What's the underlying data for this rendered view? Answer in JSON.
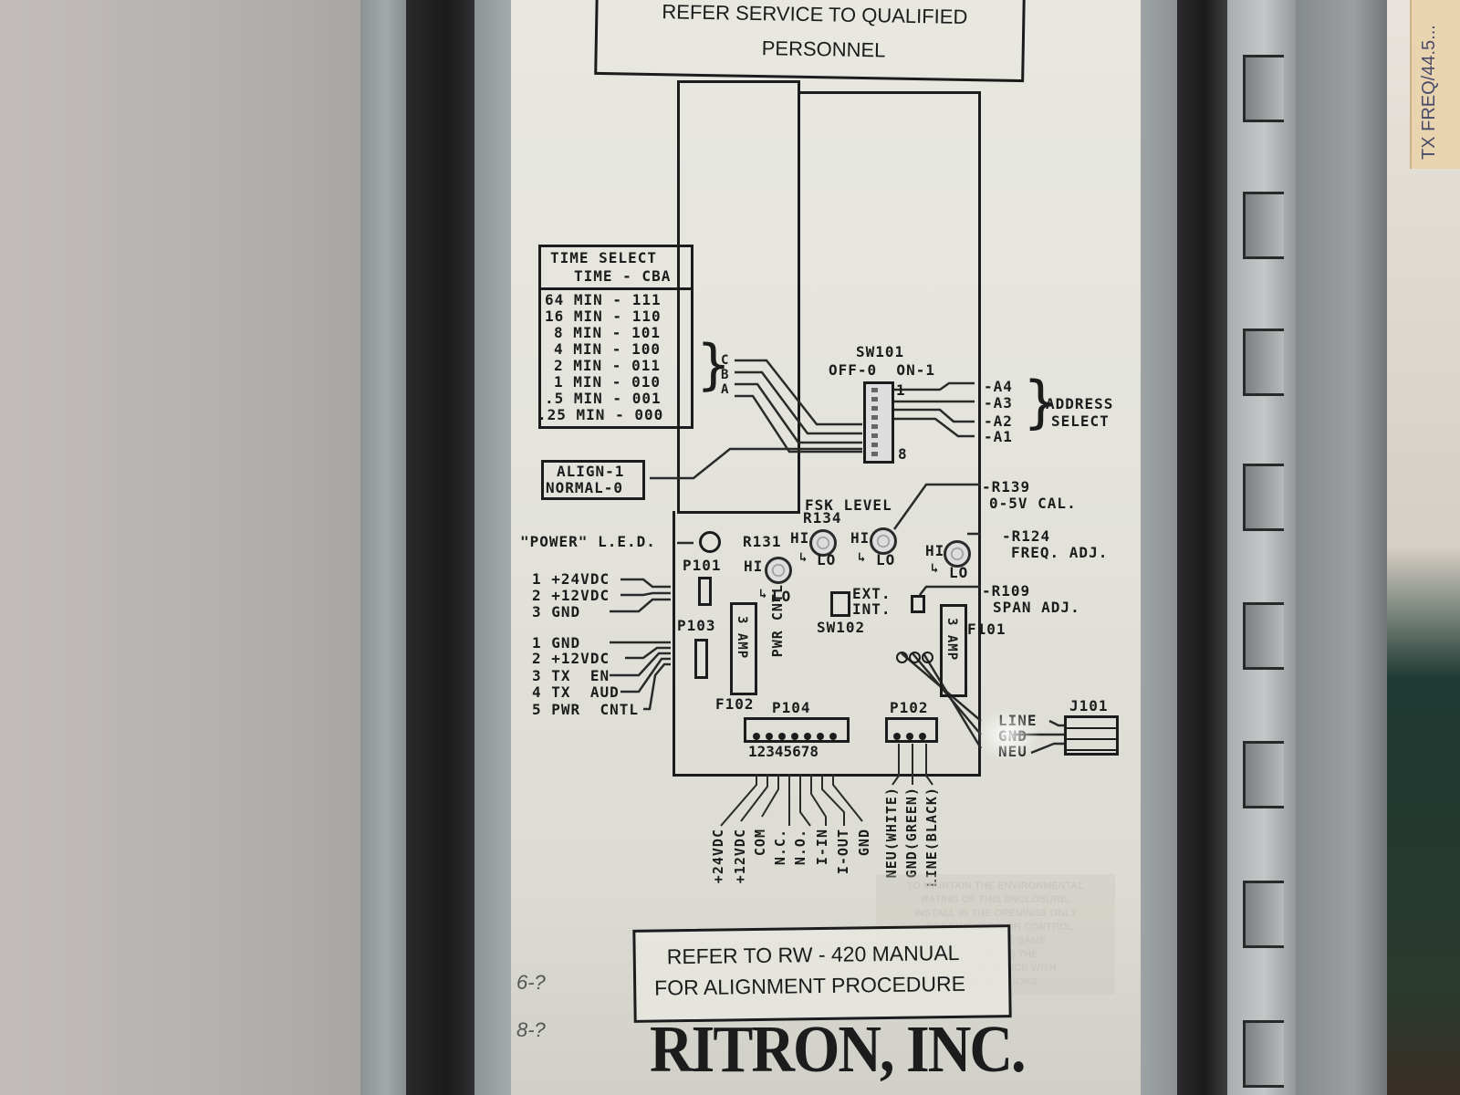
{
  "photo": {
    "subject": "Ritron enclosure schematic label",
    "colors": {
      "wall": "#b9b6b3",
      "enclosure_gray": "#9ea3a5",
      "gasket_black": "#1b1b1c",
      "label_bg": "#e4e4dd",
      "ink": "#1c1c1c"
    }
  },
  "warning_box": {
    "line1": "REFER SERVICE TO QUALIFIED",
    "line2": "PERSONNEL"
  },
  "time_select": {
    "title": "TIME SELECT",
    "header": "TIME - CBA",
    "rows": [
      {
        "time": "64 MIN",
        "code": "111"
      },
      {
        "time": "16 MIN",
        "code": "110"
      },
      {
        "time": "8 MIN",
        "code": "101"
      },
      {
        "time": "4 MIN",
        "code": "100"
      },
      {
        "time": "2 MIN",
        "code": "011"
      },
      {
        "time": "1 MIN",
        "code": "010"
      },
      {
        "time": ".5 MIN",
        "code": "001"
      },
      {
        "time": ".25 MIN",
        "code": "000"
      }
    ],
    "bracket_labels": [
      "C",
      "B",
      "A"
    ]
  },
  "sw101": {
    "name": "SW101",
    "legend": "OFF-0  ON-1",
    "pin_first": "1",
    "pin_last": "8"
  },
  "address_select": {
    "label_line1": "ADDRESS",
    "label_line2": "SELECT",
    "lines": [
      "A4",
      "A3",
      "A2",
      "A1"
    ]
  },
  "align_box": {
    "line1": "ALIGN-1",
    "line2": "NORMAL-0"
  },
  "power_led": "\"POWER\" L.E.D.",
  "p101": {
    "name": "P101",
    "pins": [
      {
        "num": "1",
        "label": "+24VDC"
      },
      {
        "num": "2",
        "label": "+12VDC"
      },
      {
        "num": "3",
        "label": "GND"
      }
    ]
  },
  "p103": {
    "name": "P103",
    "pins": [
      {
        "num": "1",
        "label": "GND"
      },
      {
        "num": "2",
        "label": "+12VDC"
      },
      {
        "num": "3",
        "label": "TX  EN"
      },
      {
        "num": "4",
        "label": "TX  AUD"
      },
      {
        "num": "5",
        "label": "PWR  CNTL"
      }
    ]
  },
  "pots": {
    "r131": {
      "name": "R131",
      "hi": "HI",
      "lo": "LO"
    },
    "r134": {
      "name": "R134",
      "caption": "FSK LEVEL",
      "hi": "HI",
      "lo": "LO"
    },
    "r139": {
      "name": "-R139",
      "caption": "0-5V CAL.",
      "hi": "HI",
      "lo": "LO"
    },
    "r124": {
      "name": "-R124",
      "caption": "FREQ. ADJ.",
      "hi": "HI",
      "lo": "LO"
    },
    "r109": {
      "name": "-R109",
      "caption": "SPAN ADJ."
    }
  },
  "sw102": {
    "name": "SW102",
    "ext": "EXT.",
    "int": "INT."
  },
  "fuses": {
    "f102": {
      "name": "F102",
      "rating": "3 AMP"
    },
    "f101": {
      "name": "F101",
      "rating": "3 AMP"
    }
  },
  "pwr_cntl_label": "PWR CNTL",
  "p104": {
    "name": "P104",
    "pin_numbers": "12345678",
    "pins": [
      "+24VDC",
      "+12VDC",
      "COM",
      "N.C.",
      "N.O.",
      "I-IN",
      "I-OUT",
      "GND"
    ]
  },
  "p102": {
    "name": "P102",
    "pins": [
      "NEU(WHITE)",
      "GND(GREEN)",
      "LINE(BLACK)"
    ]
  },
  "j101": {
    "name": "J101",
    "pins": [
      "LINE",
      "GND",
      "NEU"
    ]
  },
  "environment_notice": {
    "lines": [
      "TO MAINTAIN THE ENVIRONMENTAL",
      "RATING OF THIS ENCLOSURE,",
      "INSTALL IN THE OPENINGS ONLY",
      "...CONDUIT HUBS OR CONTROL",
      "...HAVING THE SAME",
      "...RATING AS THE",
      "...IN ACCORDANCE WITH",
      "...INSTRUCTIONS"
    ]
  },
  "alignment_box": {
    "line1": "REFER TO RW - 420 MANUAL",
    "line2": "FOR ALIGNMENT PROCEDURE"
  },
  "brand": "RITRON, INC.",
  "handwriting": [
    "6-?",
    "8-?"
  ],
  "tag_handwriting": "TX FREQ/44.5..."
}
